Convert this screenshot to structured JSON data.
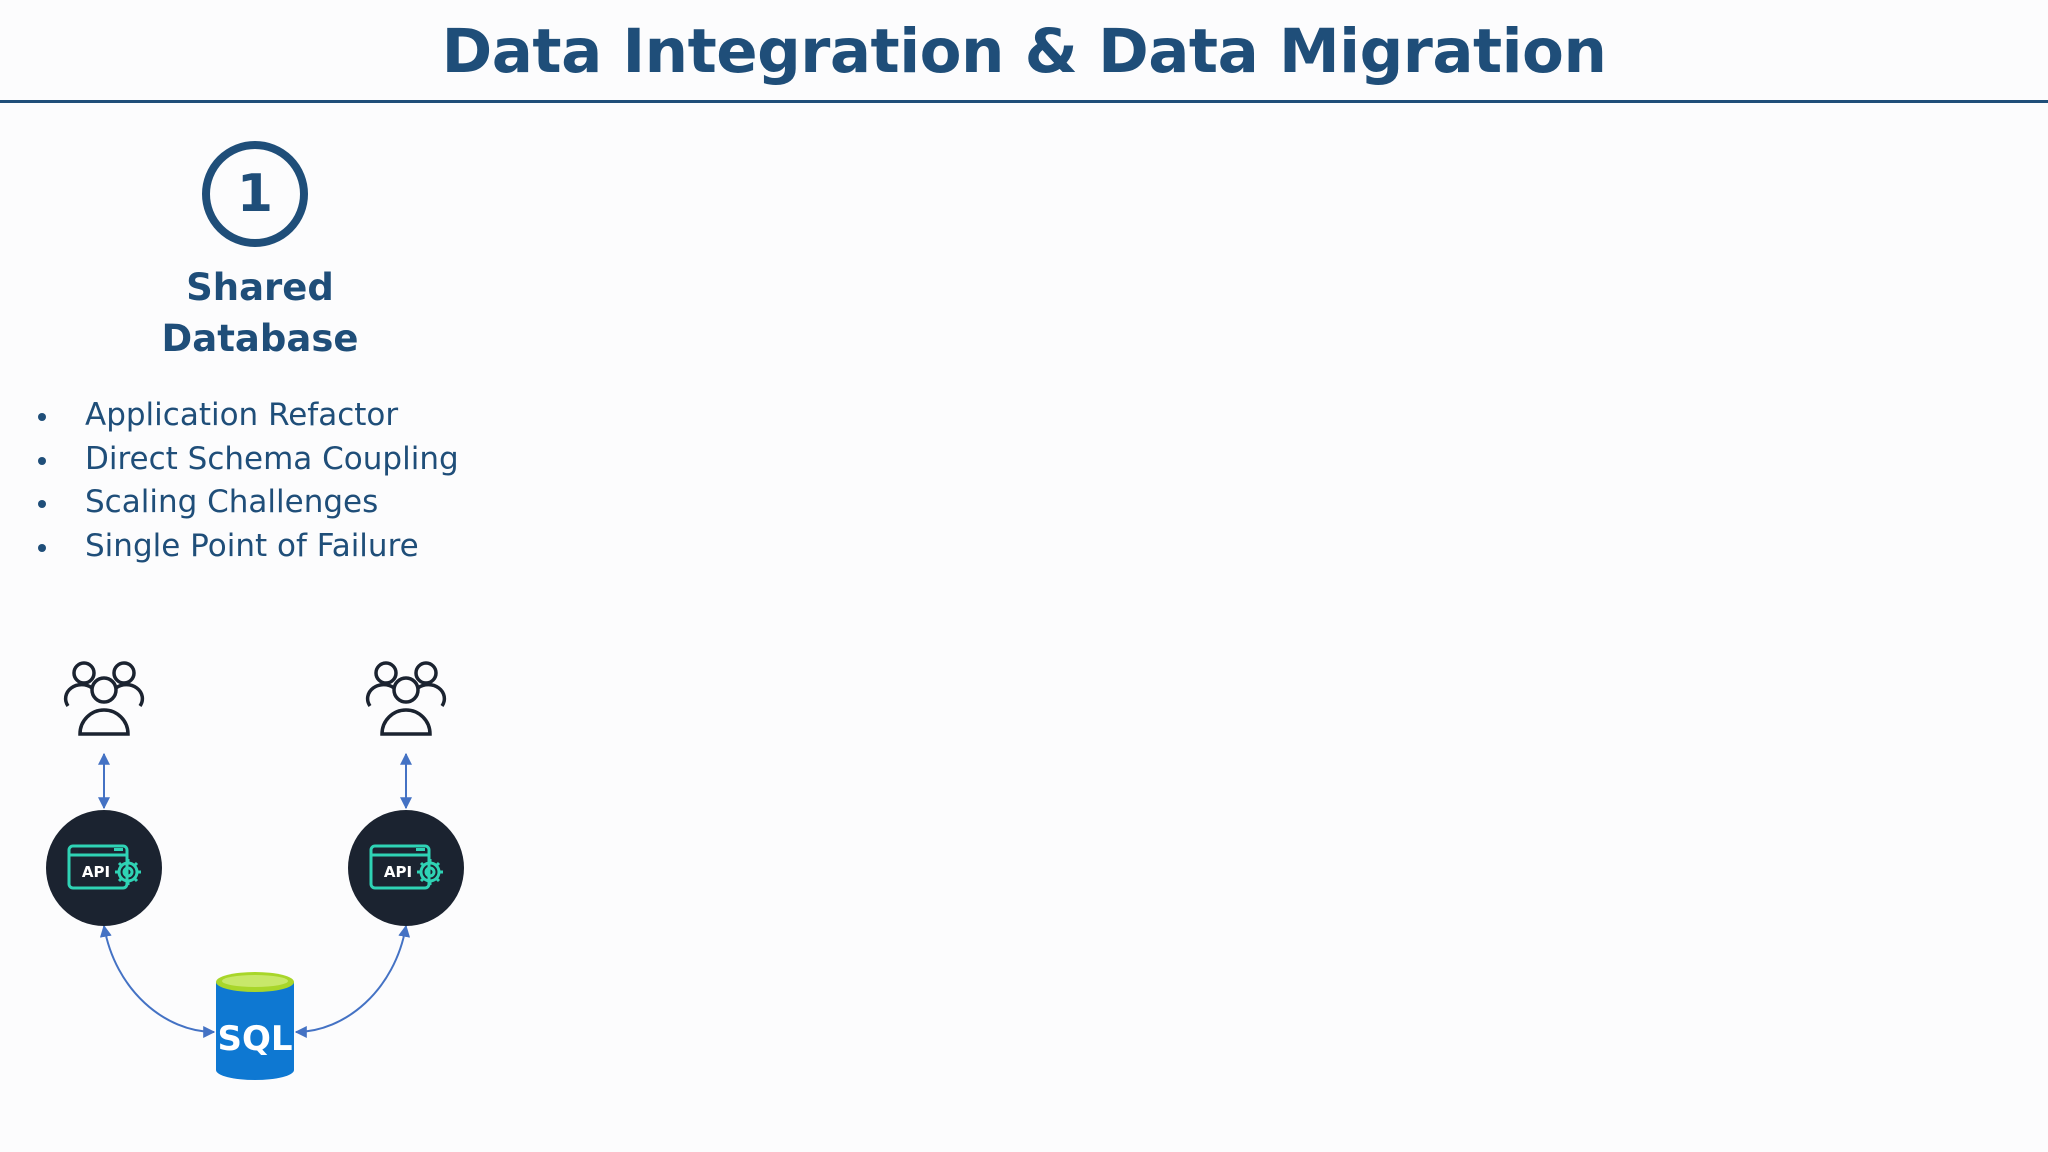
{
  "title": "Data Integration & Data Migration",
  "section": {
    "number": "1",
    "heading_line1": "Shared",
    "heading_line2": "Database"
  },
  "bullets": [
    "Application Refactor",
    "Direct Schema Coupling",
    "Scaling Challenges",
    "Single Point of Failure"
  ],
  "diagram": {
    "api_label": "API",
    "db_label": "SQL",
    "colors": {
      "title": "#1f4e79",
      "api_circle": "#1b2330",
      "api_accent": "#2fd3b5",
      "arrow": "#4472c4",
      "db_blue": "#0e78d2",
      "db_top": "#a8d62a"
    },
    "icons": [
      "users-icon",
      "api-gear-icon",
      "sql-database-icon"
    ]
  }
}
